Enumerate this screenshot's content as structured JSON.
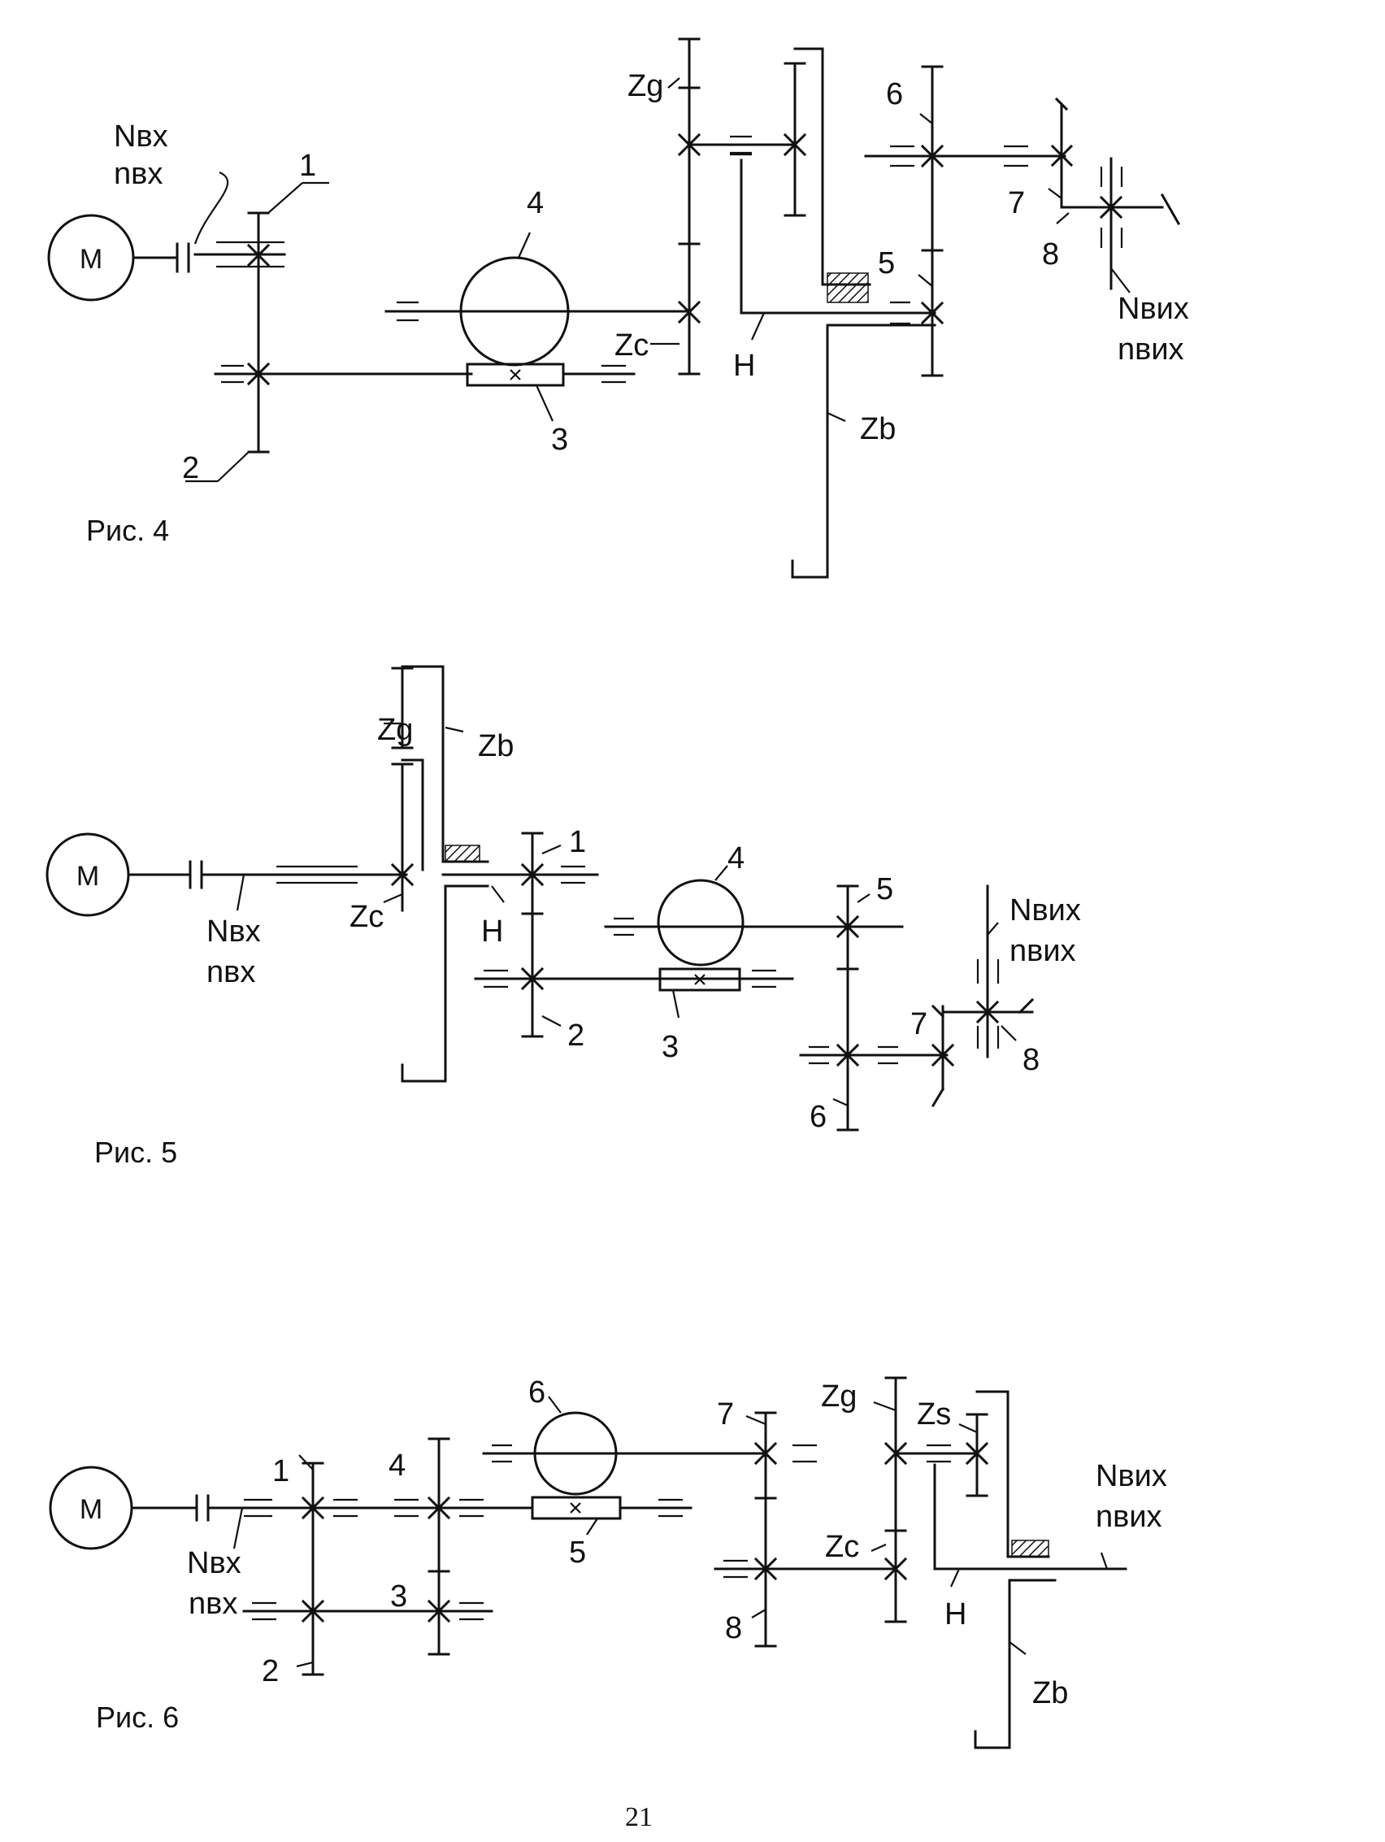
{
  "figures": [
    {
      "caption": "Рис. 4",
      "motor": "M",
      "labels": {
        "n_in": "Nвх",
        "n_in_speed": "nвх",
        "n_out": "Nвих",
        "n_out_speed": "nвих",
        "g1": "1",
        "g2": "2",
        "g3": "3",
        "g4": "4",
        "g5": "5",
        "g6": "6",
        "g7": "7",
        "g8": "8",
        "zg": "Zg",
        "zc": "Zc",
        "zb": "Zb",
        "h": "H"
      }
    },
    {
      "caption": "Рис. 5",
      "motor": "M",
      "labels": {
        "n_in": "Nвх",
        "n_in_speed": "nвх",
        "n_out": "Nвих",
        "n_out_speed": "nвих",
        "g1": "1",
        "g2": "2",
        "g3": "3",
        "g4": "4",
        "g5": "5",
        "g6": "6",
        "g7": "7",
        "g8": "8",
        "zg": "Zg",
        "zc": "Zc",
        "zb": "Zb",
        "h": "H"
      }
    },
    {
      "caption": "Рис. 6",
      "motor": "M",
      "labels": {
        "n_in": "Nвх",
        "n_in_speed": "nвх",
        "n_out": "Nвих",
        "n_out_speed": "nвих",
        "g1": "1",
        "g2": "2",
        "g3": "3",
        "g4": "4",
        "g5": "5",
        "g6": "6",
        "g7": "7",
        "g8": "8",
        "zg": "Zg",
        "zc": "Zc",
        "zs": "Zs",
        "zb": "Zb",
        "h": "H"
      }
    }
  ],
  "page_number": "21"
}
